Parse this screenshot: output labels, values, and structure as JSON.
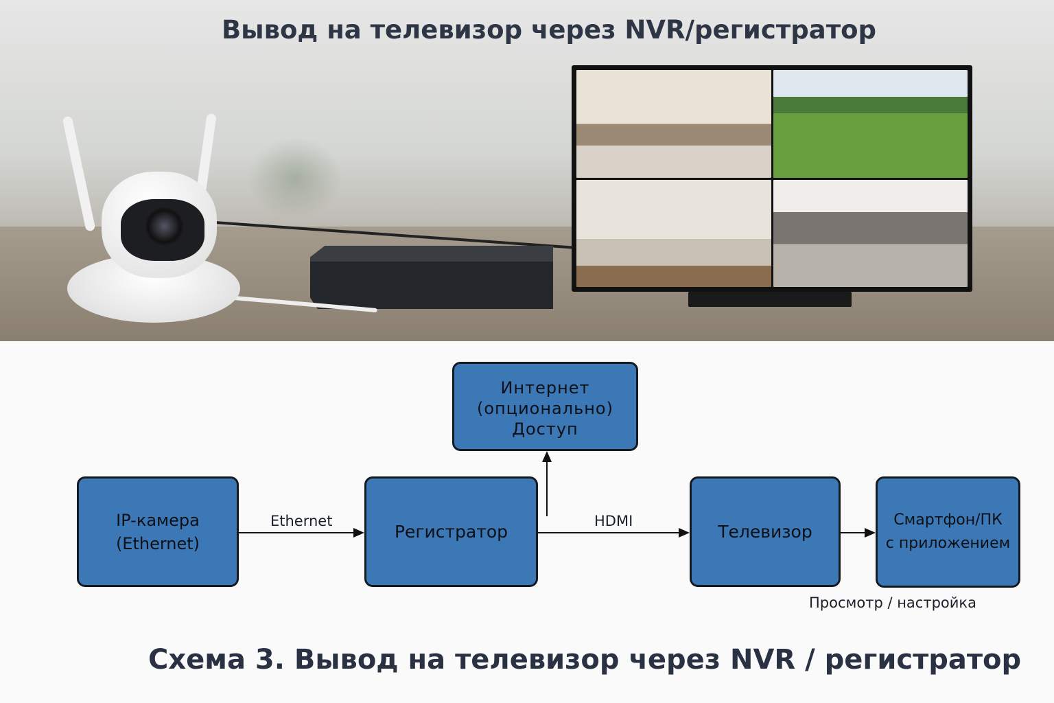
{
  "header": {
    "title": "Вывод на телевизор через NVR/регистратор"
  },
  "diagram": {
    "nodes": {
      "camera": [
        "IP-камера",
        "(Ethernet)"
      ],
      "nvr": "Регистратор",
      "internet": [
        "Интернет",
        "(опционально)",
        "Доступ"
      ],
      "tv": "Телевизор",
      "phone": [
        "Смартфон/ПК",
        "с приложением"
      ]
    },
    "edges": {
      "camera_nvr": "Ethernet",
      "nvr_tv": "HDMI",
      "phone_note": "Просмотр / настройка"
    },
    "colors": {
      "box_fill": "#3b78b5",
      "box_border": "#151a20"
    }
  },
  "caption": "Схема 3. Вывод на телевизор через NVR / регистратор"
}
